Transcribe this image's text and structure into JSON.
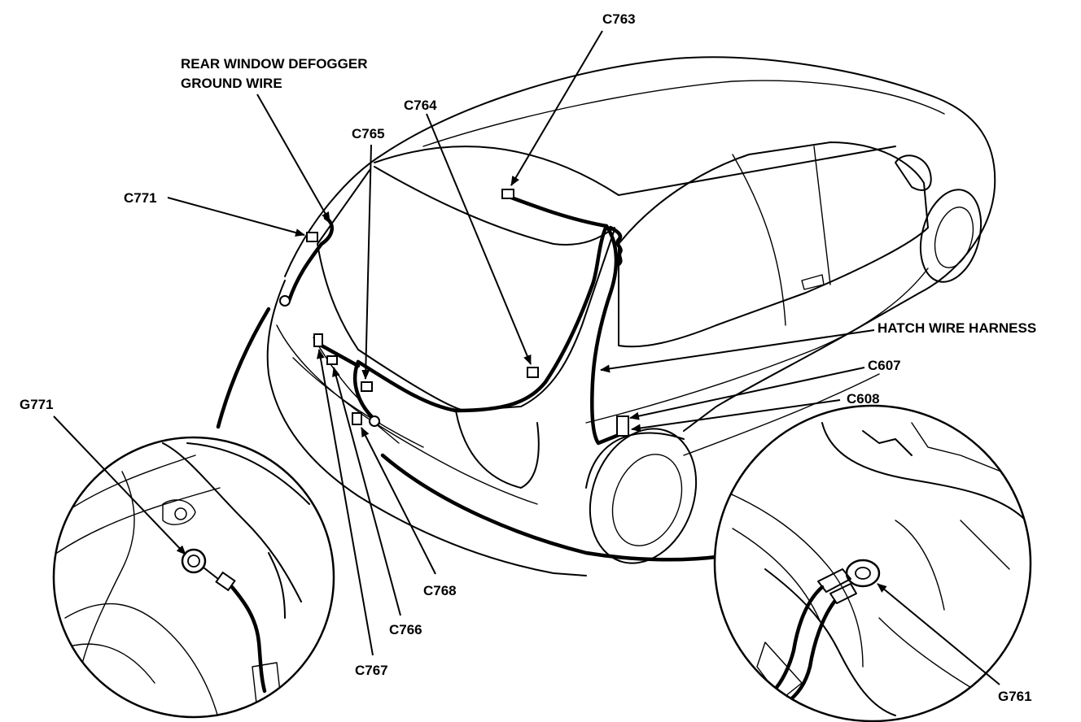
{
  "labels": {
    "c763": "C763",
    "defogger_line1": "REAR WINDOW DEFOGGER",
    "defogger_line2": "GROUND WIRE",
    "c764": "C764",
    "c765": "C765",
    "c771": "C771",
    "hatch_harness": "HATCH WIRE HARNESS",
    "c607": "C607",
    "c608": "C608",
    "g771": "G771",
    "c768": "C768",
    "c766": "C766",
    "c767": "C767",
    "g761": "G761"
  },
  "colors": {
    "ink": "#000000",
    "paper": "#ffffff"
  }
}
